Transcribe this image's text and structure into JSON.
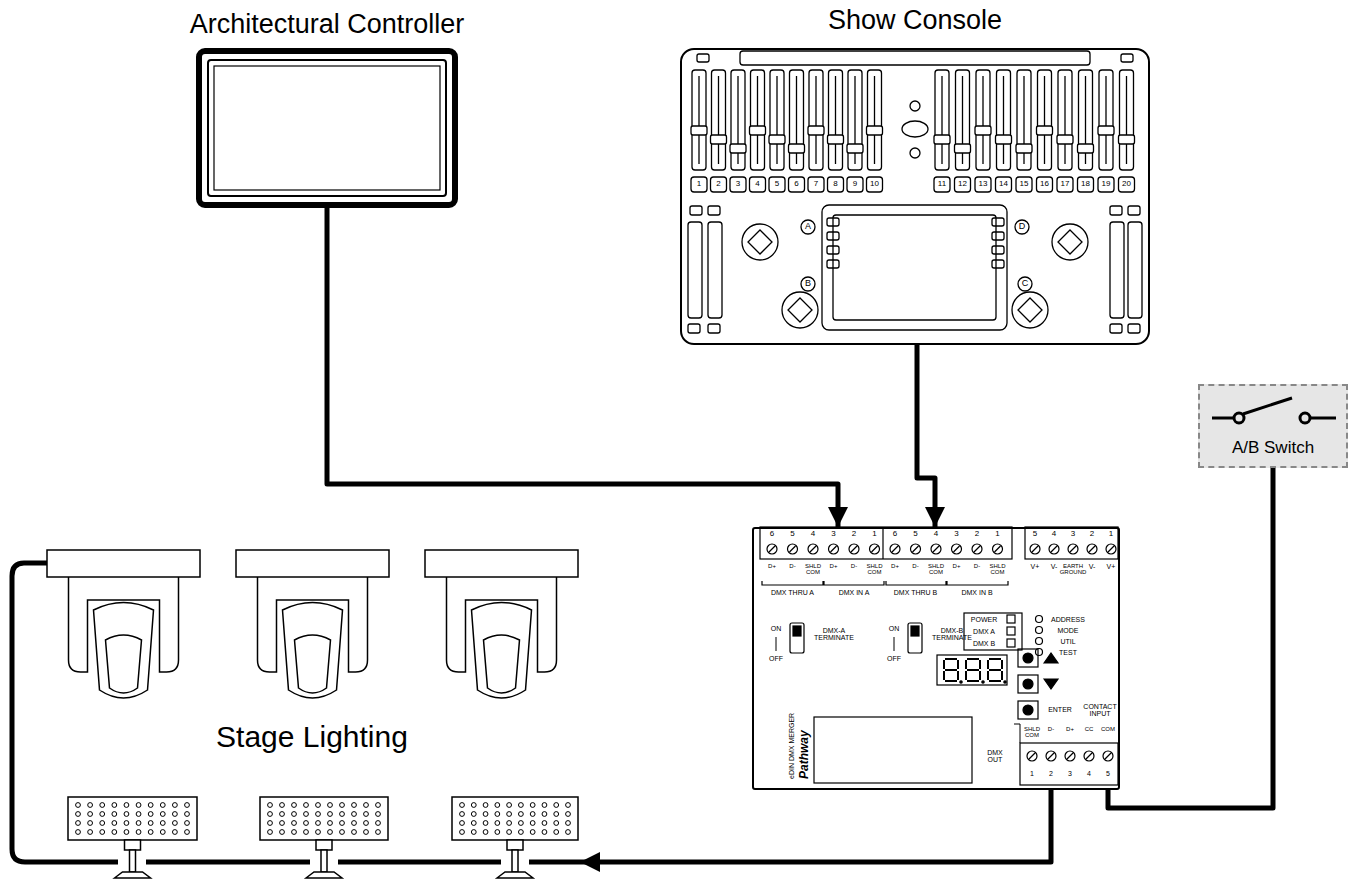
{
  "diagram": {
    "nodes": [
      {
        "text": [
          "Architectural Controller"
        ]
      },
      {
        "text": [
          "Show Console"
        ]
      },
      {
        "text": [
          "A/B Switch"
        ]
      },
      {
        "text": [
          "Stage Lighting"
        ]
      },
      {
        "text": [
          "Pathway",
          "eDIN DMX MERGER"
        ]
      }
    ],
    "edges": [
      {
        "from": 0,
        "to": 4,
        "arrow": "to"
      },
      {
        "from": 1,
        "to": 4,
        "arrow": "to"
      },
      {
        "from": 4,
        "to": 3,
        "arrow": "to"
      },
      {
        "from": 2,
        "to": 4,
        "arrow": "none"
      }
    ],
    "labels": [
      "1",
      "2",
      "3",
      "4",
      "5",
      "6",
      "7",
      "8",
      "9",
      "10",
      "11",
      "12",
      "13",
      "14",
      "15",
      "16",
      "17",
      "18",
      "19",
      "20",
      "A",
      "B",
      "C",
      "D",
      "6",
      "5",
      "4",
      "3",
      "2",
      "1",
      "6",
      "5",
      "4",
      "3",
      "2",
      "1",
      "D+",
      "D-",
      "SHLD COM",
      "D+",
      "D-",
      "SHLD COM",
      "D+",
      "D-",
      "SHLD COM",
      "D+",
      "D-",
      "SHLD COM",
      "DMX THRU A",
      "DMX IN A",
      "DMX THRU B",
      "DMX IN B",
      "5",
      "4",
      "3",
      "2",
      "1",
      "V+",
      "V-",
      "EARTH GROUND",
      "V-",
      "V+",
      "ON",
      "OFF",
      "DMX-A TERMINATE",
      "ON",
      "OFF",
      "DMX-B TERMINATE",
      "POWER",
      "DMX A",
      "DMX B",
      "ADDRESS",
      "MODE",
      "UTIL",
      "TEST",
      "ENTER",
      "CONTACT INPUT",
      "SHLD COM",
      "D-",
      "D+",
      "CC",
      "COM",
      "DMX OUT",
      "1",
      "2",
      "3",
      "4",
      "5"
    ]
  }
}
